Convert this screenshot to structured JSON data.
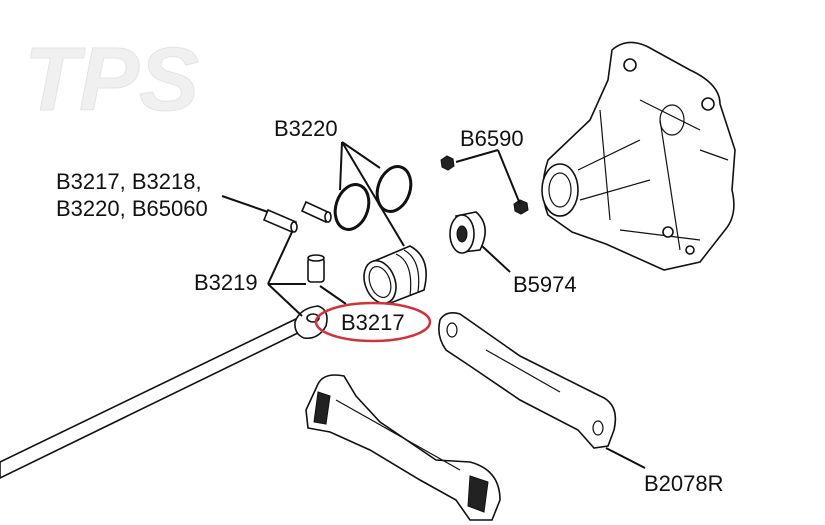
{
  "diagram": {
    "labels": {
      "b3220_rings": "B3220",
      "b6590": "B6590",
      "pins_line1": "B3217, B3218,",
      "pins_line2": "B3220, B65060",
      "b3219": "B3219",
      "b5974": "B5974",
      "b3217_highlight": "B3217",
      "b2078r": "B2078R"
    },
    "watermark": "TPS",
    "colors": {
      "highlight": "#d0333a",
      "line": "#111111",
      "watermark": "#ececec"
    }
  }
}
